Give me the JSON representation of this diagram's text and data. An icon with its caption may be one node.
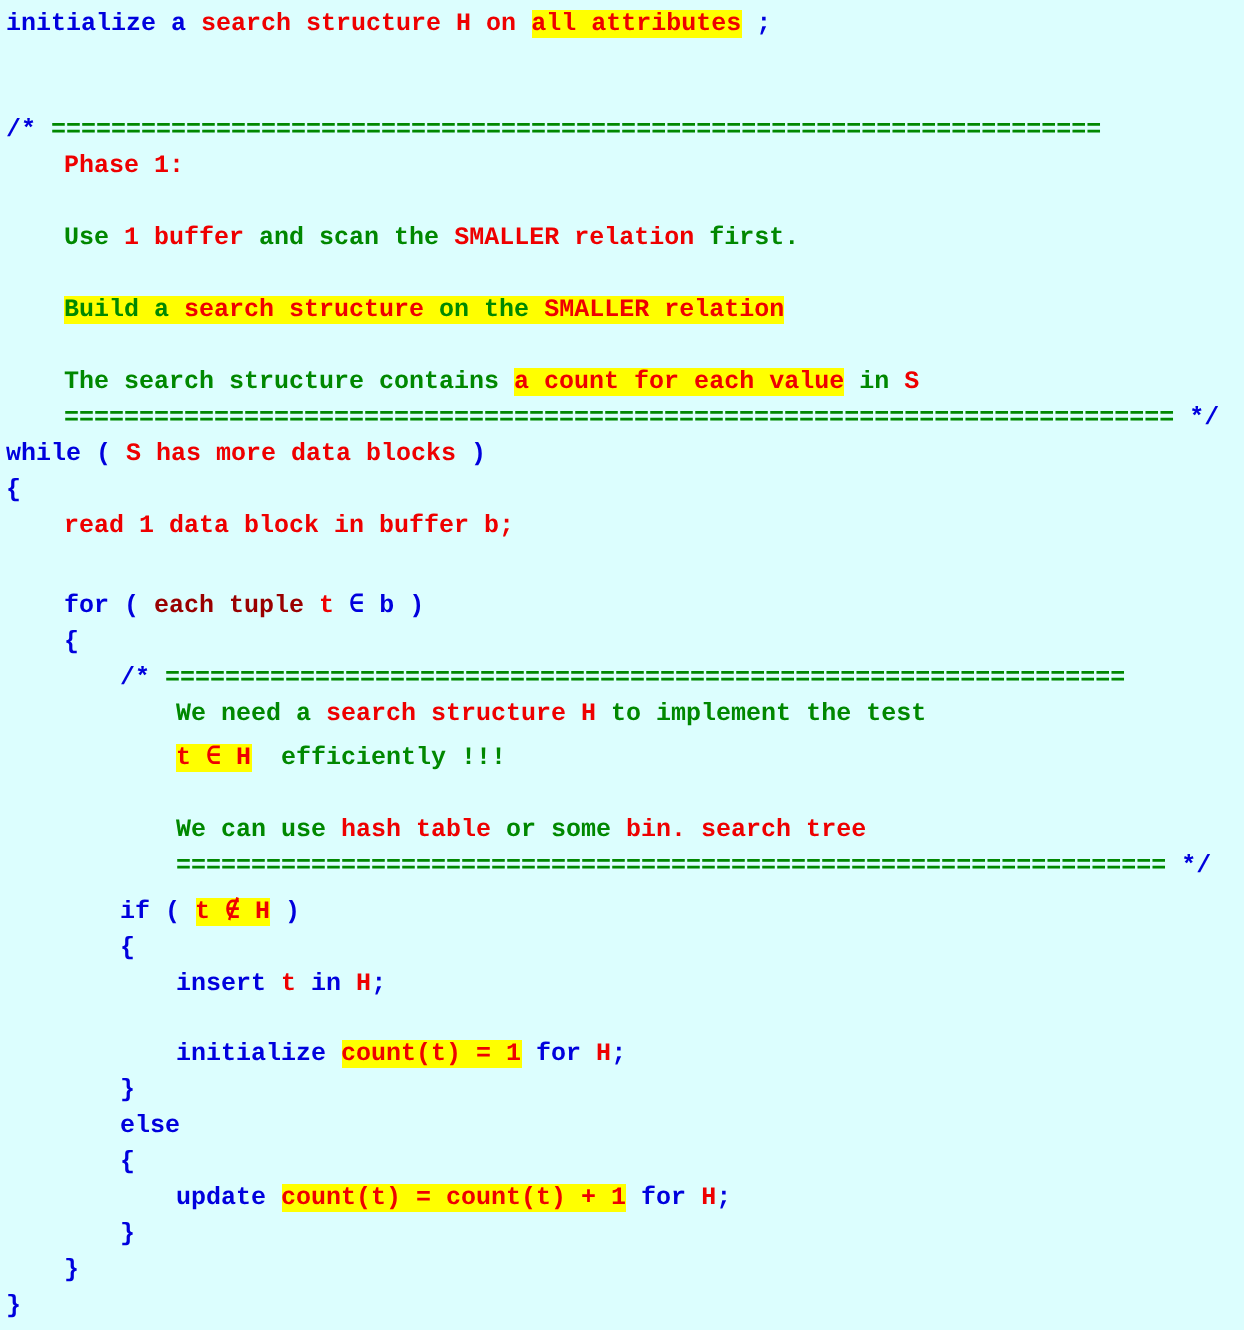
{
  "diagram": {
    "labels": [
      "initialize a search structure H on all attributes ;",
      "/* ======================================================================",
      "Phase 1:",
      "Use 1 buffer and scan the SMALLER relation first.",
      "Build a search structure on the SMALLER relation",
      "The search structure contains a count for each value in S",
      "========================================================================== */",
      "while ( S has more data blocks )",
      "{",
      "read 1 data block in buffer b;",
      "for ( each tuple t ∈ b )",
      "{",
      "/* ================================================================",
      "We need a search structure H to implement the test",
      "t ∈ H  efficiently !!!",
      "We can use hash table or some bin. search tree",
      "================================================================== */",
      "if ( t ∉ H )",
      "{",
      "insert t in H;",
      "initialize count(t) = 1 for H;",
      "}",
      "else",
      "{",
      "update count(t) = count(t) + 1 for H;",
      "}",
      "}",
      "}"
    ]
  }
}
